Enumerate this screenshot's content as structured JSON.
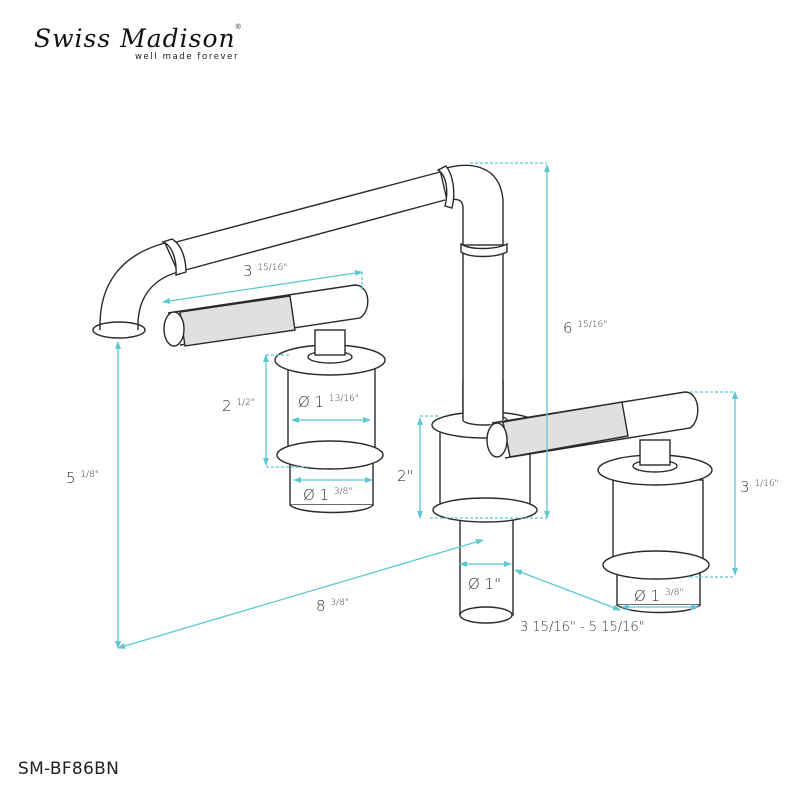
{
  "brand": {
    "name": "Swiss Madison",
    "registered": "®",
    "tagline": "well made forever"
  },
  "model_number": "SM-BF86BN",
  "colors": {
    "line": "#2a2a2a",
    "dimension": "#5cc8d2",
    "knurl_fill": "#e6e6e6",
    "background": "#ffffff"
  },
  "dimensions": {
    "handle_length": {
      "whole": "3",
      "frac": "15/16",
      "unit": "\""
    },
    "total_height": {
      "whole": "6",
      "frac": "15/16",
      "unit": "\""
    },
    "handle_body_height": {
      "whole": "2",
      "frac": "1/2",
      "unit": "\""
    },
    "handle_body_diameter": {
      "symbol": "Ø",
      "whole": "1",
      "frac": "13/16",
      "unit": "\""
    },
    "handle_shank_diameter_left": {
      "symbol": "Ø",
      "whole": "1",
      "frac": "3/8",
      "unit": "\""
    },
    "spout_base_height": {
      "whole": "2",
      "frac": "",
      "unit": "\""
    },
    "spout_shank_diameter": {
      "symbol": "Ø",
      "whole": "1",
      "frac": "",
      "unit": "\""
    },
    "spout_outlet_height": {
      "whole": "5",
      "frac": "1/8",
      "unit": "\""
    },
    "spout_reach": {
      "whole": "8",
      "frac": "3/8",
      "unit": "\""
    },
    "right_handle_height": {
      "whole": "3",
      "frac": "1/16",
      "unit": "\""
    },
    "handle_shank_diameter_right": {
      "symbol": "Ø",
      "whole": "1",
      "frac": "3/8",
      "unit": "\""
    },
    "handle_spread": {
      "text": "3 15/16\" - 5 15/16\""
    }
  }
}
